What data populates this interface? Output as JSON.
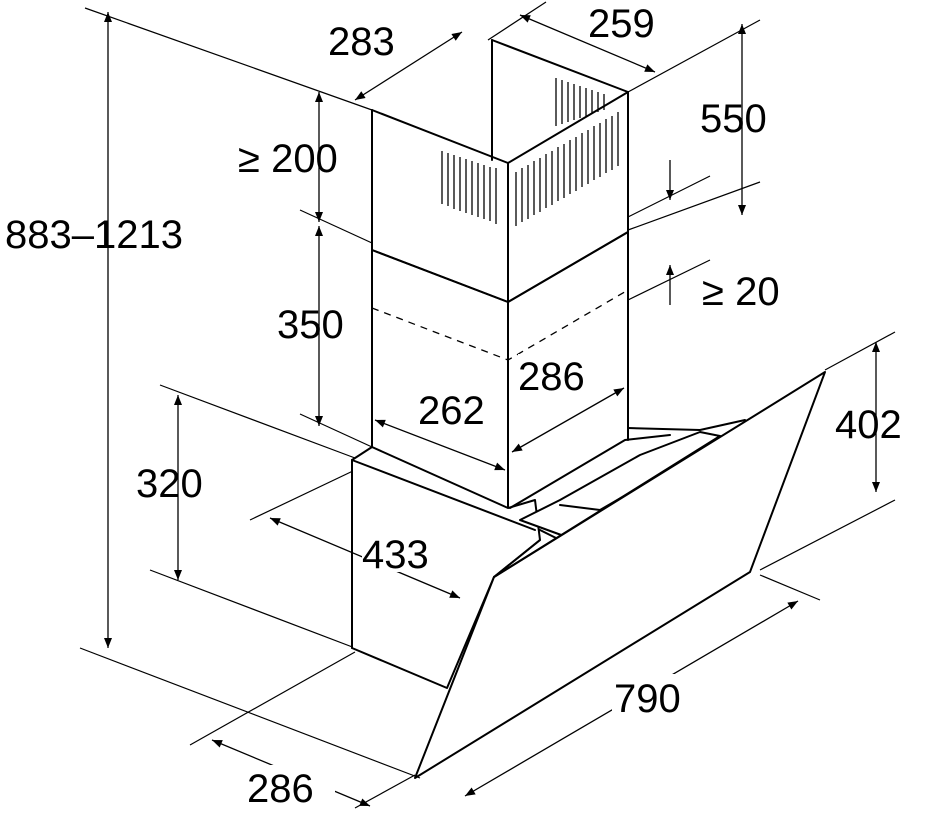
{
  "labels": {
    "top_width": "283",
    "top_depth": "259",
    "upper_chimney_height": "550",
    "min_top_clearance": "≥ 200",
    "total_height": "883–1213",
    "min_overlap": "≥ 20",
    "lower_chimney_height": "350",
    "lower_depth": "286",
    "lower_width": "262",
    "hood_height": "402",
    "body_height": "320",
    "body_width": "433",
    "hood_width": "790",
    "body_depth": "286"
  }
}
